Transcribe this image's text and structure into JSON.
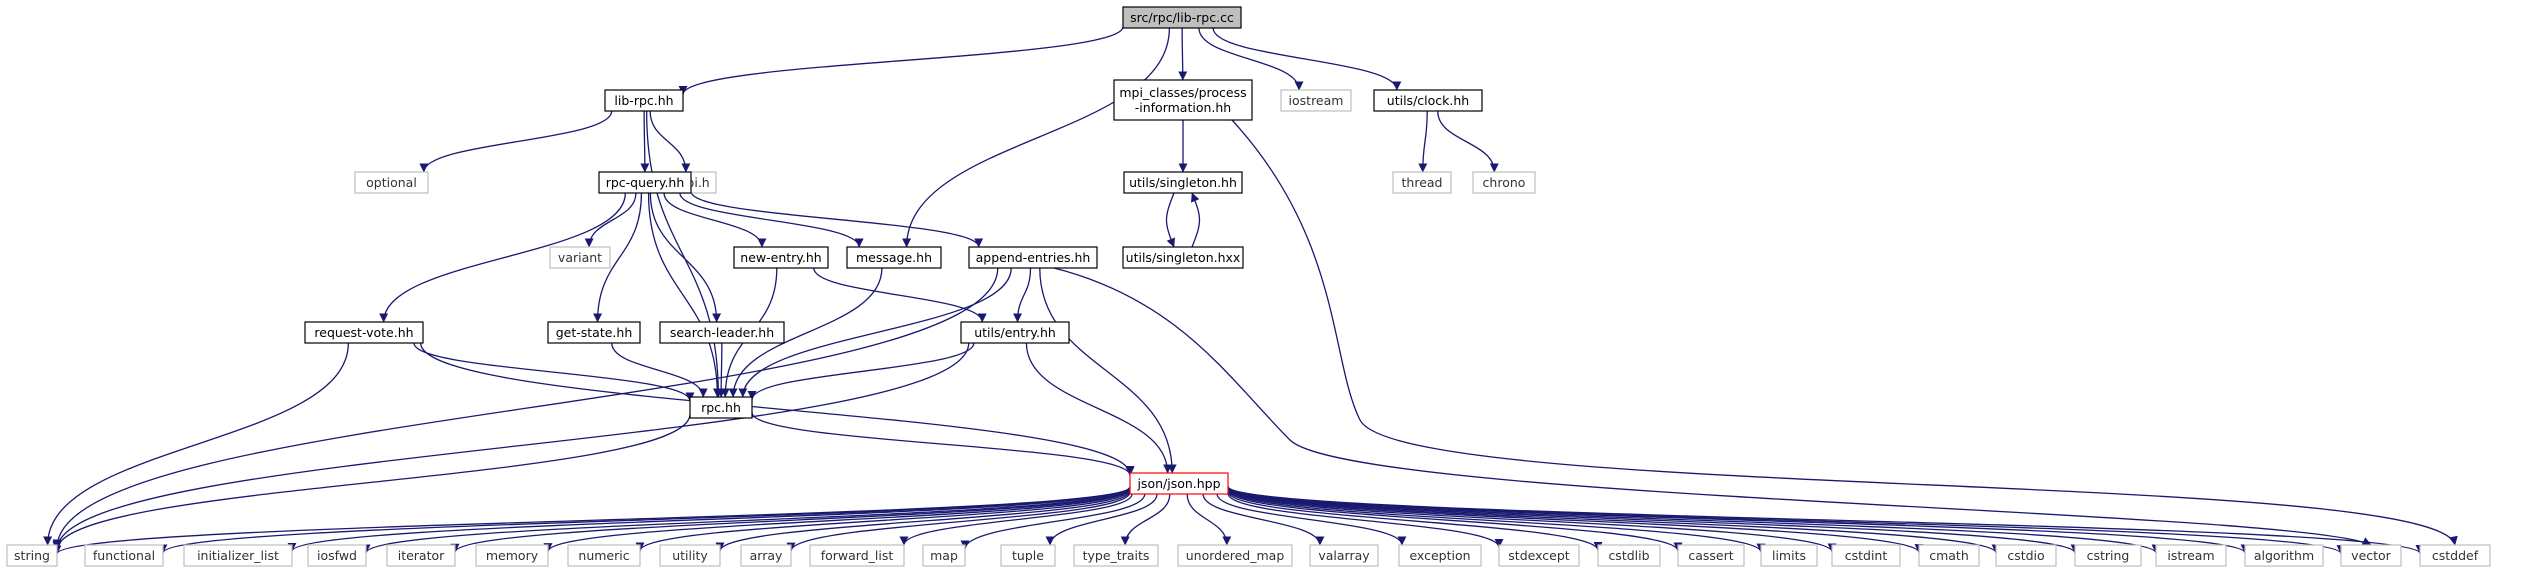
{
  "colors": {
    "edge": "#191970",
    "local_border": "#000000",
    "system_border": "#bfbfbf",
    "root_fill": "#bfbfbf",
    "missing_border": "#ff0000",
    "node_fill": "#ffffff"
  },
  "nodes": [
    {
      "id": "root",
      "label": "src/rpc/lib-rpc.cc",
      "kind": "root"
    },
    {
      "id": "librpc",
      "label": "lib-rpc.hh",
      "kind": "local"
    },
    {
      "id": "mpiproc",
      "label": "mpi_classes/process\n-information.hh",
      "kind": "local"
    },
    {
      "id": "iostream",
      "label": "iostream",
      "kind": "system"
    },
    {
      "id": "clock",
      "label": "utils/clock.hh",
      "kind": "local"
    },
    {
      "id": "optional",
      "label": "optional",
      "kind": "system"
    },
    {
      "id": "mpih",
      "label": "mpi.h",
      "kind": "system"
    },
    {
      "id": "rpcquery",
      "label": "rpc-query.hh",
      "kind": "local"
    },
    {
      "id": "singleton",
      "label": "utils/singleton.hh",
      "kind": "local"
    },
    {
      "id": "singletonhxx",
      "label": "utils/singleton.hxx",
      "kind": "local"
    },
    {
      "id": "thread",
      "label": "thread",
      "kind": "system"
    },
    {
      "id": "chrono",
      "label": "chrono",
      "kind": "system"
    },
    {
      "id": "variant",
      "label": "variant",
      "kind": "system"
    },
    {
      "id": "newentry",
      "label": "new-entry.hh",
      "kind": "local"
    },
    {
      "id": "message",
      "label": "message.hh",
      "kind": "local"
    },
    {
      "id": "appendentries",
      "label": "append-entries.hh",
      "kind": "local"
    },
    {
      "id": "requestvote",
      "label": "request-vote.hh",
      "kind": "local"
    },
    {
      "id": "getstate",
      "label": "get-state.hh",
      "kind": "local"
    },
    {
      "id": "searchleader",
      "label": "search-leader.hh",
      "kind": "local"
    },
    {
      "id": "entry",
      "label": "utils/entry.hh",
      "kind": "local"
    },
    {
      "id": "rpchh",
      "label": "rpc.hh",
      "kind": "local"
    },
    {
      "id": "json",
      "label": "json/json.hpp",
      "kind": "missing"
    },
    {
      "id": "s_string",
      "label": "string",
      "kind": "system"
    },
    {
      "id": "s_functional",
      "label": "functional",
      "kind": "system"
    },
    {
      "id": "s_initializer_list",
      "label": "initializer_list",
      "kind": "system"
    },
    {
      "id": "s_iosfwd",
      "label": "iosfwd",
      "kind": "system"
    },
    {
      "id": "s_iterator",
      "label": "iterator",
      "kind": "system"
    },
    {
      "id": "s_memory",
      "label": "memory",
      "kind": "system"
    },
    {
      "id": "s_numeric",
      "label": "numeric",
      "kind": "system"
    },
    {
      "id": "s_utility",
      "label": "utility",
      "kind": "system"
    },
    {
      "id": "s_array",
      "label": "array",
      "kind": "system"
    },
    {
      "id": "s_forward_list",
      "label": "forward_list",
      "kind": "system"
    },
    {
      "id": "s_map",
      "label": "map",
      "kind": "system"
    },
    {
      "id": "s_tuple",
      "label": "tuple",
      "kind": "system"
    },
    {
      "id": "s_type_traits",
      "label": "type_traits",
      "kind": "system"
    },
    {
      "id": "s_unordered_map",
      "label": "unordered_map",
      "kind": "system"
    },
    {
      "id": "s_valarray",
      "label": "valarray",
      "kind": "system"
    },
    {
      "id": "s_exception",
      "label": "exception",
      "kind": "system"
    },
    {
      "id": "s_stdexcept",
      "label": "stdexcept",
      "kind": "system"
    },
    {
      "id": "s_cstdlib",
      "label": "cstdlib",
      "kind": "system"
    },
    {
      "id": "s_cassert",
      "label": "cassert",
      "kind": "system"
    },
    {
      "id": "s_limits",
      "label": "limits",
      "kind": "system"
    },
    {
      "id": "s_cstdint",
      "label": "cstdint",
      "kind": "system"
    },
    {
      "id": "s_cmath",
      "label": "cmath",
      "kind": "system"
    },
    {
      "id": "s_cstdio",
      "label": "cstdio",
      "kind": "system"
    },
    {
      "id": "s_cstring",
      "label": "cstring",
      "kind": "system"
    },
    {
      "id": "s_istream",
      "label": "istream",
      "kind": "system"
    },
    {
      "id": "s_algorithm",
      "label": "algorithm",
      "kind": "system"
    },
    {
      "id": "s_vector",
      "label": "vector",
      "kind": "system"
    },
    {
      "id": "s_cstddef",
      "label": "cstddef",
      "kind": "system"
    }
  ],
  "edges": [
    [
      "root",
      "librpc"
    ],
    [
      "root",
      "message"
    ],
    [
      "root",
      "mpiproc"
    ],
    [
      "root",
      "iostream"
    ],
    [
      "root",
      "clock"
    ],
    [
      "librpc",
      "optional"
    ],
    [
      "librpc",
      "rpcquery"
    ],
    [
      "librpc",
      "mpih"
    ],
    [
      "librpc",
      "rpchh"
    ],
    [
      "mpiproc",
      "singleton"
    ],
    [
      "mpiproc",
      "s_cstddef"
    ],
    [
      "clock",
      "thread"
    ],
    [
      "clock",
      "chrono"
    ],
    [
      "singleton",
      "singletonhxx"
    ],
    [
      "singletonhxx",
      "singleton"
    ],
    [
      "rpcquery",
      "variant"
    ],
    [
      "rpcquery",
      "newentry"
    ],
    [
      "rpcquery",
      "message"
    ],
    [
      "rpcquery",
      "appendentries"
    ],
    [
      "rpcquery",
      "requestvote"
    ],
    [
      "rpcquery",
      "getstate"
    ],
    [
      "rpcquery",
      "searchleader"
    ],
    [
      "rpcquery",
      "rpchh"
    ],
    [
      "newentry",
      "entry"
    ],
    [
      "newentry",
      "rpchh"
    ],
    [
      "message",
      "rpchh"
    ],
    [
      "appendentries",
      "entry"
    ],
    [
      "appendentries",
      "rpchh"
    ],
    [
      "appendentries",
      "json"
    ],
    [
      "appendentries",
      "s_string"
    ],
    [
      "appendentries",
      "s_vector"
    ],
    [
      "requestvote",
      "rpchh"
    ],
    [
      "requestvote",
      "json"
    ],
    [
      "requestvote",
      "s_string"
    ],
    [
      "getstate",
      "rpchh"
    ],
    [
      "searchleader",
      "rpchh"
    ],
    [
      "entry",
      "rpchh"
    ],
    [
      "entry",
      "json"
    ],
    [
      "entry",
      "s_string"
    ],
    [
      "rpchh",
      "json"
    ],
    [
      "rpchh",
      "s_string"
    ],
    [
      "json",
      "s_string"
    ],
    [
      "json",
      "s_functional"
    ],
    [
      "json",
      "s_initializer_list"
    ],
    [
      "json",
      "s_iosfwd"
    ],
    [
      "json",
      "s_iterator"
    ],
    [
      "json",
      "s_memory"
    ],
    [
      "json",
      "s_numeric"
    ],
    [
      "json",
      "s_utility"
    ],
    [
      "json",
      "s_array"
    ],
    [
      "json",
      "s_forward_list"
    ],
    [
      "json",
      "s_map"
    ],
    [
      "json",
      "s_tuple"
    ],
    [
      "json",
      "s_type_traits"
    ],
    [
      "json",
      "s_unordered_map"
    ],
    [
      "json",
      "s_valarray"
    ],
    [
      "json",
      "s_exception"
    ],
    [
      "json",
      "s_stdexcept"
    ],
    [
      "json",
      "s_cstdlib"
    ],
    [
      "json",
      "s_cassert"
    ],
    [
      "json",
      "s_limits"
    ],
    [
      "json",
      "s_cstdint"
    ],
    [
      "json",
      "s_cmath"
    ],
    [
      "json",
      "s_cstdio"
    ],
    [
      "json",
      "s_cstring"
    ],
    [
      "json",
      "s_istream"
    ],
    [
      "json",
      "s_algorithm"
    ],
    [
      "json",
      "s_vector"
    ],
    [
      "json",
      "s_cstddef"
    ]
  ]
}
